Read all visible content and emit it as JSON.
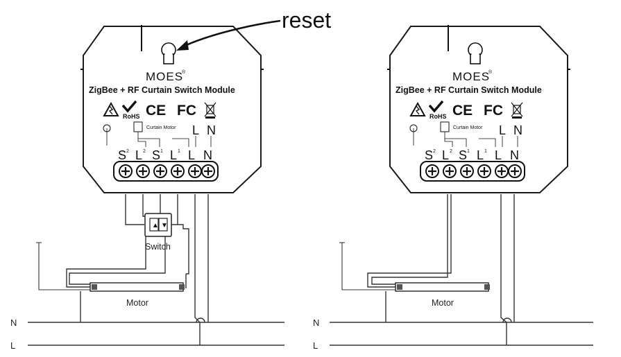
{
  "callout": {
    "label": "reset"
  },
  "modules": [
    {
      "brand": "MOES",
      "brand_mark": "®",
      "model": "ZigBee + RF Curtain Switch Module",
      "certifications": [
        "RoHS",
        "CE",
        "FC"
      ],
      "internal_labels": {
        "curtain_motor": "Curtain Motor",
        "input_l": "L",
        "input_n": "N"
      },
      "terminals": [
        {
          "name": "S",
          "sup": "2"
        },
        {
          "name": "L",
          "sup": "2"
        },
        {
          "name": "S",
          "sup": "1"
        },
        {
          "name": "L",
          "sup": "1"
        },
        {
          "name": "L",
          "sup": ""
        },
        {
          "name": "N",
          "sup": ""
        }
      ]
    },
    {
      "brand": "MOES",
      "brand_mark": "®",
      "model": "ZigBee + RF Curtain Switch Module",
      "certifications": [
        "RoHS",
        "CE",
        "FC"
      ],
      "internal_labels": {
        "curtain_motor": "Curtain Motor",
        "input_l": "L",
        "input_n": "N"
      },
      "terminals": [
        {
          "name": "S",
          "sup": "2"
        },
        {
          "name": "L",
          "sup": "2"
        },
        {
          "name": "S",
          "sup": "1"
        },
        {
          "name": "L",
          "sup": "1"
        },
        {
          "name": "L",
          "sup": ""
        },
        {
          "name": "N",
          "sup": ""
        }
      ]
    }
  ],
  "switch": {
    "label": "Switch",
    "up_symbol": "▲",
    "down_symbol": "▼"
  },
  "motor_label": "Motor",
  "lines": {
    "neutral": "N",
    "live": "L"
  }
}
